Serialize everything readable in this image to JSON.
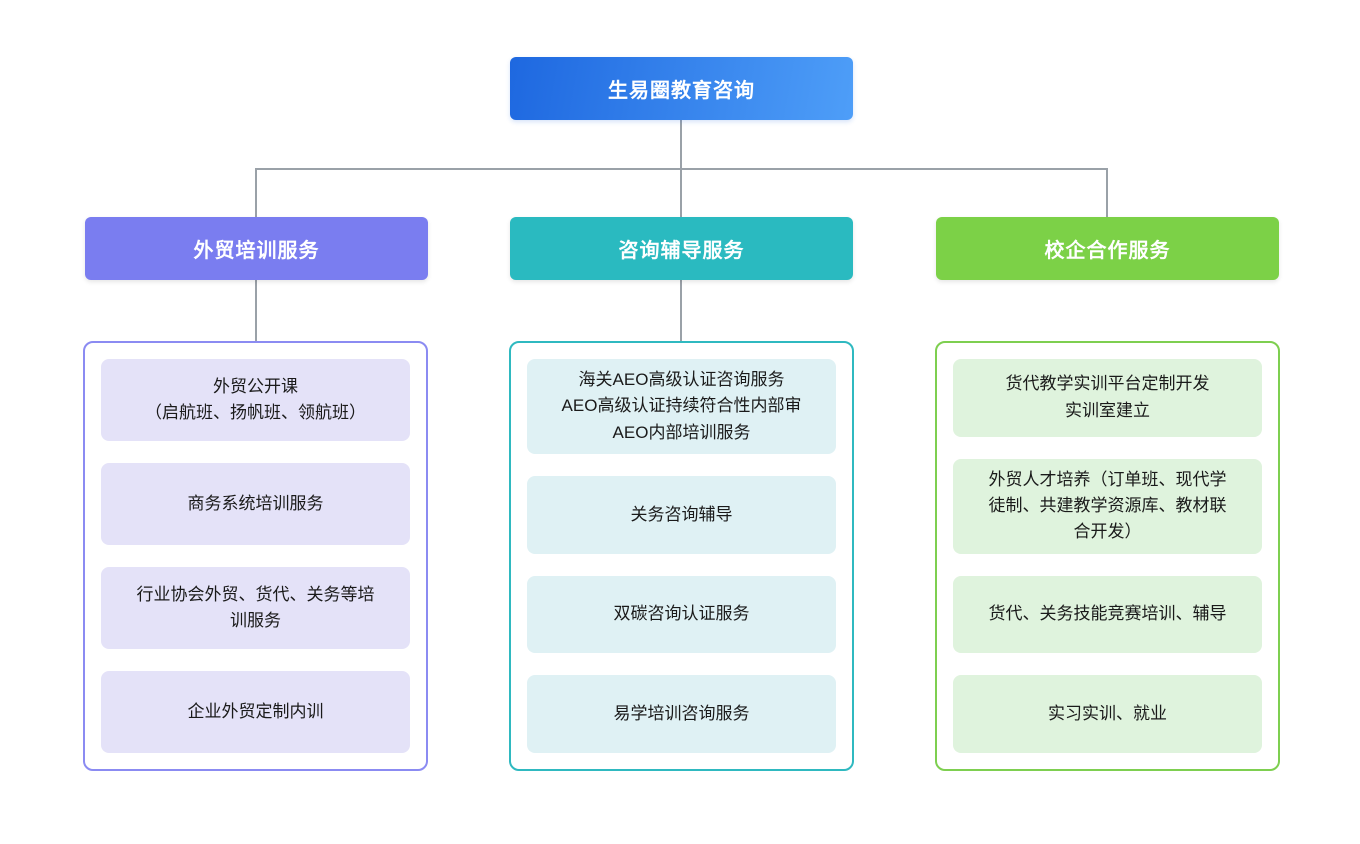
{
  "root": {
    "title": "生易圈教育咨询",
    "gradient_from": "#1e68e0",
    "gradient_to": "#4e9ef8"
  },
  "connector_color": "#9aa1a8",
  "branches": [
    {
      "id": "foreign-trade-training",
      "title": "外贸培训服务",
      "header_color": "#7a7df0",
      "border_color": "#8b8bf2",
      "item_bg": "#e4e2f8",
      "items": [
        "外贸公开课\n（启航班、扬帆班、领航班）",
        "商务系统培训服务",
        "行业协会外贸、货代、关务等培\n训服务",
        "企业外贸定制内训"
      ]
    },
    {
      "id": "consulting-coaching",
      "title": "咨询辅导服务",
      "header_color": "#2abac0",
      "border_color": "#2fb9c0",
      "item_bg": "#dff1f4",
      "items": [
        "海关AEO高级认证咨询服务\nAEO高级认证持续符合性内部审\nAEO内部培训服务",
        "关务咨询辅导",
        "双碳咨询认证服务",
        "易学培训咨询服务"
      ]
    },
    {
      "id": "school-enterprise-cooperation",
      "title": "校企合作服务",
      "header_color": "#7cd147",
      "border_color": "#7ecf50",
      "item_bg": "#dff3dd",
      "items": [
        "货代教学实训平台定制开发\n实训室建立",
        "外贸人才培养（订单班、现代学\n徒制、共建教学资源库、教材联\n合开发）",
        "货代、关务技能竞赛培训、辅导",
        "实习实训、就业"
      ]
    }
  ]
}
